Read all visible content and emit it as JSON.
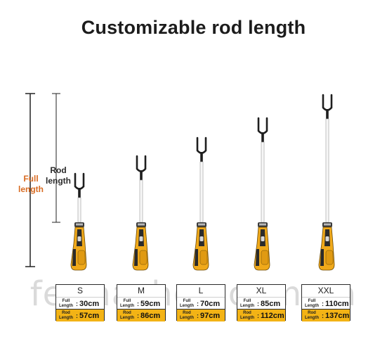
{
  "title": "Customizable rod length",
  "dimension_labels": {
    "full_length": [
      "Full",
      "length"
    ],
    "rod_length": [
      "Rod",
      "length"
    ]
  },
  "watermark": "fermashop.com.ua",
  "colors": {
    "accent_yellow": "#f3b315",
    "handle_yellow": "#f0a91a",
    "handle_dark": "#2b2b2b",
    "full_length_label": "#d86b22"
  },
  "row_labels": {
    "full": [
      "Full",
      "Length"
    ],
    "rod": [
      "Rod",
      "Length"
    ]
  },
  "row_separator": ":",
  "sizes": [
    {
      "size": "S",
      "full_length": "30cm",
      "rod_length": "57cm"
    },
    {
      "size": "M",
      "full_length": "59cm",
      "rod_length": "86cm"
    },
    {
      "size": "L",
      "full_length": "70cm",
      "rod_length": "97cm"
    },
    {
      "size": "XL",
      "full_length": "85cm",
      "rod_length": "112cm"
    },
    {
      "size": "XXL",
      "full_length": "110cm",
      "rod_length": "137cm"
    }
  ]
}
